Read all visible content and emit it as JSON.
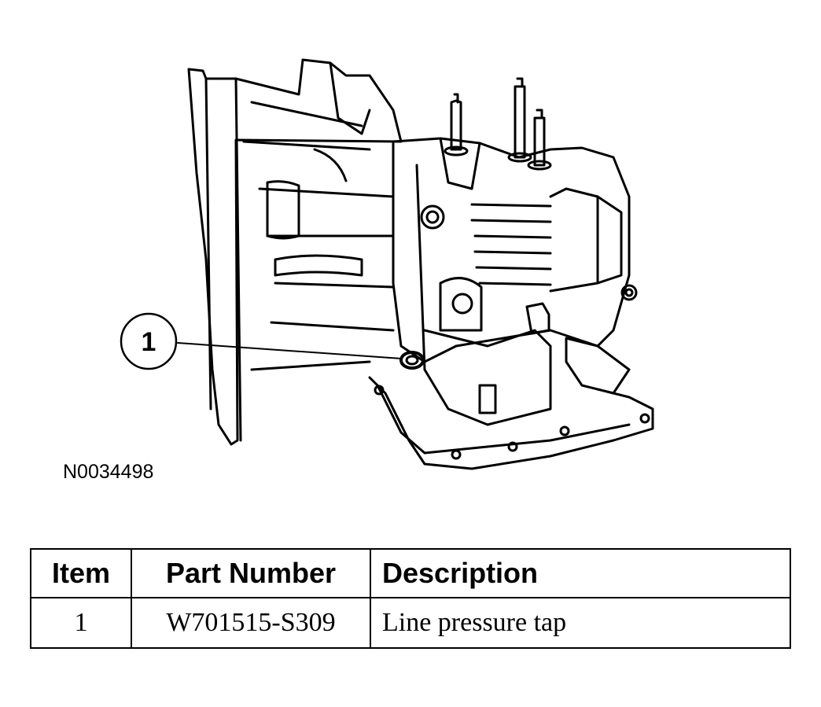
{
  "diagram": {
    "callout_number": "1",
    "figure_id": "N0034498"
  },
  "table": {
    "headers": {
      "item": "Item",
      "part_number": "Part Number",
      "description": "Description"
    },
    "rows": [
      {
        "item": "1",
        "part_number": "W701515-S309",
        "description": "Line pressure tap"
      }
    ]
  }
}
